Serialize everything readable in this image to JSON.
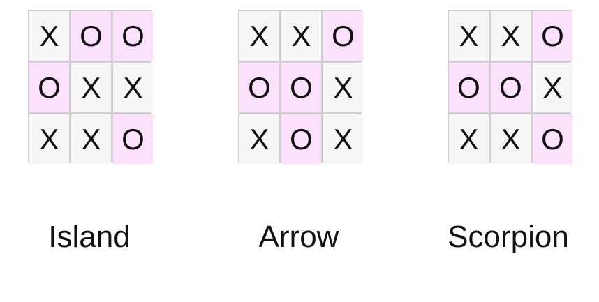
{
  "colors": {
    "grid_border": "#cfcfcf",
    "x_cell": "#f7f7f7",
    "o_cell": "#fbe1fb",
    "text": "#111111"
  },
  "boards": [
    {
      "caption": "Island",
      "cells": [
        "X",
        "O",
        "O",
        "O",
        "X",
        "X",
        "X",
        "X",
        "O"
      ]
    },
    {
      "caption": "Arrow",
      "cells": [
        "X",
        "X",
        "O",
        "O",
        "O",
        "X",
        "X",
        "O",
        "X"
      ]
    },
    {
      "caption": "Scorpion",
      "cells": [
        "X",
        "X",
        "O",
        "O",
        "O",
        "X",
        "X",
        "X",
        "O"
      ]
    }
  ]
}
